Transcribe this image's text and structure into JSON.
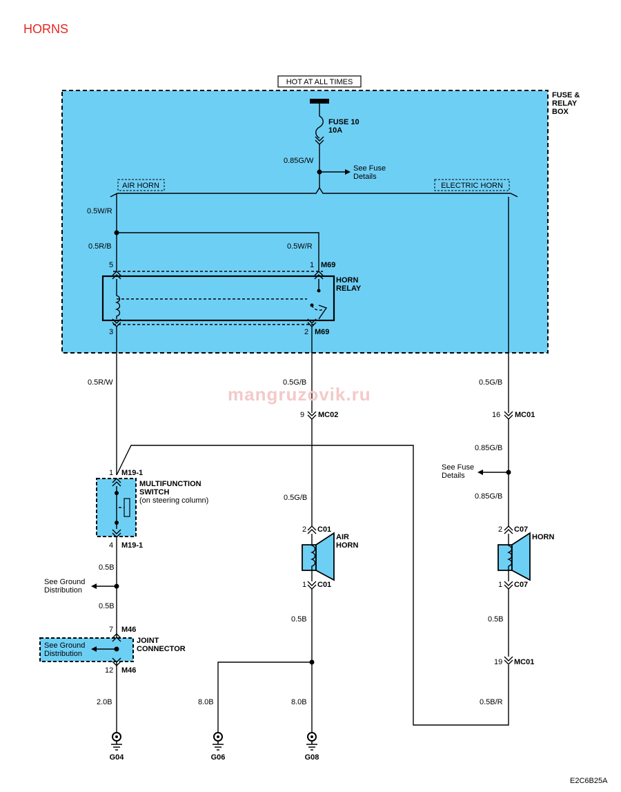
{
  "title": "HORNS",
  "watermark": "mangruzovik.ru",
  "figure_id": "E2C6B25A",
  "power_source": "HOT AT ALL TIMES",
  "fuse_relay_box": {
    "label_line1": "FUSE &",
    "label_line2": "RELAY",
    "label_line3": "BOX"
  },
  "fuse": {
    "name": "FUSE 10",
    "rating": "10A"
  },
  "see_fuse_details": {
    "line1": "See Fuse",
    "line2": "Details"
  },
  "options": {
    "air_horn": "AIR HORN",
    "electric_horn": "ELECTRIC HORN"
  },
  "wires": {
    "feed": "0.85G/W",
    "w_left_top": "0.5W/R",
    "w_left_mid": "0.5R/B",
    "w_relay_in": "0.5W/R",
    "w_switch": "0.5R/W",
    "w_airhorn_feed": "0.5G/B",
    "w_horn_feed": "0.5G/B",
    "w_mc02_to_horn": "0.5G/B",
    "w_mc01_a": "0.85G/B",
    "w_mc01_b": "0.85G/B",
    "w_sw_out": "0.5B",
    "w_sw_out2": "0.5B",
    "w_g04": "2.0B",
    "w_airhorn_out": "0.5B",
    "w_g06": "8.0B",
    "w_g08": "8.0B",
    "w_horn_out": "0.5B",
    "w_return": "0.5B/R"
  },
  "relay": {
    "name_line1": "HORN",
    "name_line2": "RELAY",
    "pin5": "5",
    "pin1": "1",
    "pin3": "3",
    "pin2": "2",
    "conn": "M69"
  },
  "connectors": {
    "mc02_pin": "9",
    "mc02": "MC02",
    "mc01_pin": "16",
    "mc01": "MC01",
    "mc01_pin2": "19",
    "m19_pin_top": "1",
    "m19_pin_bot": "4",
    "m19": "M19-1",
    "m46_pin_top": "7",
    "m46_pin_bot": "12",
    "m46": "M46",
    "c01_pin_top": "2",
    "c01_pin_bot": "1",
    "c01": "C01",
    "c07_pin_top": "2",
    "c07_pin_bot": "1",
    "c07": "C07"
  },
  "components": {
    "multifunction_switch": {
      "line1": "MULTIFUNCTION",
      "line2": "SWITCH",
      "line3": "(on steering column)"
    },
    "joint_connector": {
      "line1": "JOINT",
      "line2": "CONNECTOR"
    },
    "air_horn": {
      "line1": "AIR",
      "line2": "HORN"
    },
    "horn": {
      "line1": "HORN"
    }
  },
  "ground_distribution": {
    "line1": "See Ground",
    "line2": "Distribution"
  },
  "grounds": {
    "g04": "G04",
    "g06": "G06",
    "g08": "G08"
  }
}
